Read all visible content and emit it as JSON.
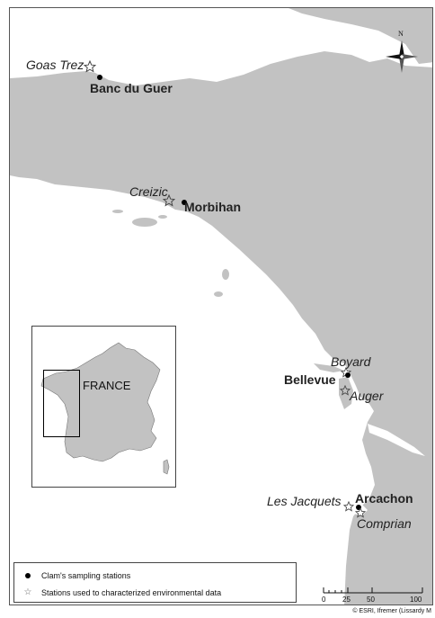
{
  "map": {
    "colors": {
      "land": "#c2c2c2",
      "sea": "#ffffff",
      "frame": "#555555"
    },
    "north_label": "N",
    "inset_label": "FRANCE",
    "sampling_stations": [
      {
        "label": "Banc du Guer"
      },
      {
        "label": "Morbihan"
      },
      {
        "label": "Bellevue"
      },
      {
        "label": "Arcachon"
      }
    ],
    "environmental_stations": [
      {
        "label": "Goas Trez"
      },
      {
        "label": "Creizic"
      },
      {
        "label": "Boyard"
      },
      {
        "label": "Auger"
      },
      {
        "label": "Les Jacquets"
      },
      {
        "label": "Comprian"
      }
    ],
    "legend": {
      "sampling": "Clam's sampling stations",
      "environmental": "Stations used to characterized environmental data"
    },
    "scale": {
      "ticks": [
        "0",
        "25",
        "50",
        "100 km"
      ]
    },
    "credit": "© ESRI, Ifremer (Lissardy M"
  }
}
